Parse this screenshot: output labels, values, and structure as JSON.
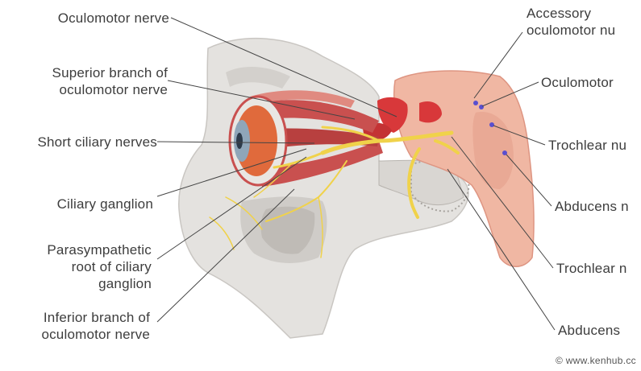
{
  "labels_left": {
    "oculomotor_nerve": "Oculomotor nerve",
    "superior_branch": [
      "Superior branch of",
      "oculomotor nerve"
    ],
    "short_ciliary": "Short ciliary nerves",
    "ciliary_ganglion": "Ciliary ganglion",
    "parasympathetic_root": [
      "Parasympathetic",
      "root of ciliary",
      "ganglion"
    ],
    "inferior_branch": [
      "Inferior branch of",
      "oculomotor nerve"
    ]
  },
  "labels_right": {
    "accessory_nucleus": [
      "Accessory",
      "oculomotor nu"
    ],
    "oculomotor_nucleus": "Oculomotor",
    "trochlear_nucleus": "Trochlear nu",
    "abducens_nucleus": "Abducens n",
    "trochlear_nerve": "Trochlear n",
    "abducens_nerve": "Abducens"
  },
  "credit": "© www.kenhub.cc",
  "colors": {
    "bone": "#e4e2df",
    "bone_shadow": "#c9c6c2",
    "muscle": "#c9504f",
    "muscle_light": "#e08a80",
    "nerve": "#f0d24a",
    "brainstem": "#f0b7a3",
    "brainstem_dark": "#de9582",
    "artery": "#d8383a",
    "iris": "#8fa6b9",
    "leader": "#444444"
  }
}
